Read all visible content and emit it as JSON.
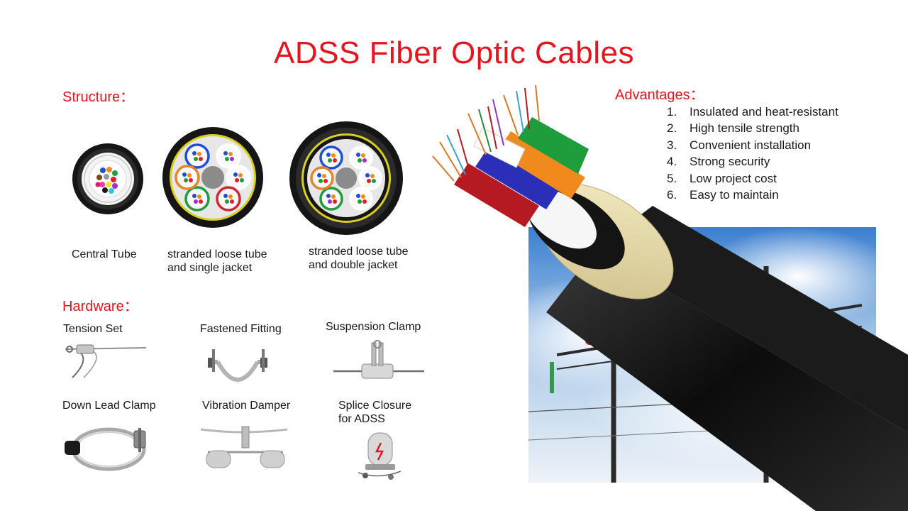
{
  "title": "ADSS Fiber Optic Cables",
  "structure": {
    "heading": "Structure：",
    "items": [
      {
        "label": "Central Tube"
      },
      {
        "label_line1": "stranded loose tube",
        "label_line2": "and single jacket"
      },
      {
        "label_line1": "stranded loose tube",
        "label_line2": "and double jacket"
      }
    ]
  },
  "hardware": {
    "heading": "Hardware：",
    "items": [
      {
        "label": "Tension Set",
        "icon": "tension-set-icon"
      },
      {
        "label": "Fastened Fitting",
        "icon": "fastened-fitting-icon"
      },
      {
        "label": "Suspension Clamp",
        "icon": "suspension-clamp-icon"
      },
      {
        "label": "Down Lead Clamp",
        "icon": "down-lead-clamp-icon"
      },
      {
        "label": "Vibration Damper",
        "icon": "vibration-damper-icon"
      },
      {
        "label_line1": "Splice Closure",
        "label_line2": "for ADSS",
        "icon": "splice-closure-icon"
      }
    ]
  },
  "advantages": {
    "heading": "Advantages：",
    "items": [
      {
        "num": "1.",
        "text": "Insulated and heat-resistant"
      },
      {
        "num": "2.",
        "text": "High tensile strength"
      },
      {
        "num": "3.",
        "text": "Convenient installation"
      },
      {
        "num": "4.",
        "text": "Strong security"
      },
      {
        "num": "5.",
        "text": "Low project cost"
      },
      {
        "num": "6.",
        "text": "Easy to maintain"
      }
    ]
  },
  "colors": {
    "accent_red": "#e3161d",
    "jacket_black": "#111111",
    "aramid_yellow": "#e8dca6",
    "sky_blue": "#3b7fd0"
  }
}
